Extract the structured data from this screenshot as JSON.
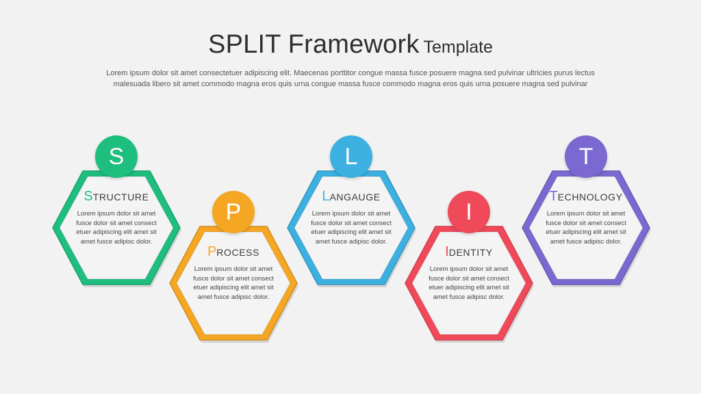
{
  "title": {
    "main": "SPLIT Framework",
    "sub": "Template"
  },
  "subtitle": "Lorem ipsum dolor sit amet consectetuer adipiscing elit. Maecenas porttitor congue massa fusce posuere magna sed pulvinar ultricies purus lectus malesuada libero sit amet commodo magna eros quis urna congue massa fusce commodo magna eros quis urna posuere magna sed pulvinar",
  "steps": [
    {
      "letter": "S",
      "heading_first": "S",
      "heading_rest": "TRUCTURE",
      "body": "Lorem ipsum dolor sit amet fusce dolor sit amet consect etuer adipiscing elit amet sit amet fusce adipisc dolor.",
      "color": "#1ebe7e"
    },
    {
      "letter": "P",
      "heading_first": "P",
      "heading_rest": "ROCESS",
      "body": "Lorem ipsum dolor sit amet fusce dolor sit amet consect etuer adipiscing elit amet sit amet fusce adipisc dolor.",
      "color": "#f5a623"
    },
    {
      "letter": "L",
      "heading_first": "L",
      "heading_rest": "ANGAUGE",
      "body": "Lorem ipsum dolor sit amet fusce dolor sit amet consect etuer adipiscing elit amet sit amet fusce adipisc dolor.",
      "color": "#3cb0e0"
    },
    {
      "letter": "I",
      "heading_first": "I",
      "heading_rest": "DENTITY",
      "body": "Lorem ipsum dolor sit amet fusce dolor sit amet consect etuer adipiscing elit amet sit amet fusce adipisc dolor.",
      "color": "#f04a5a"
    },
    {
      "letter": "T",
      "heading_first": "T",
      "heading_rest": "ECHNOLOGY",
      "body": "Lorem ipsum dolor sit amet fusce dolor sit amet consect etuer adipiscing elit amet sit amet fusce adipisc dolor.",
      "color": "#7b68d0"
    }
  ]
}
